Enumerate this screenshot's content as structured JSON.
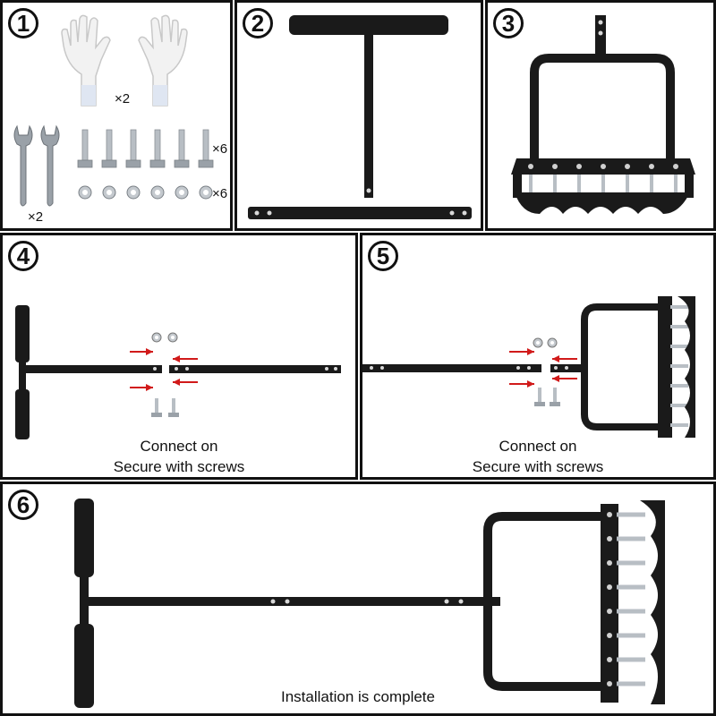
{
  "steps": [
    {
      "number": "1",
      "glove_qty": "×2",
      "wrench_qty": "×2",
      "bolt_qty": "×6",
      "nut_qty": "×6"
    },
    {
      "number": "2"
    },
    {
      "number": "3"
    },
    {
      "number": "4",
      "caption_line1": "Connect on",
      "caption_line2": "Secure with screws"
    },
    {
      "number": "5",
      "caption_line1": "Connect on",
      "caption_line2": "Secure with screws"
    },
    {
      "number": "6",
      "caption": "Installation is complete"
    }
  ],
  "colors": {
    "metal": "#1a1a1a",
    "arrow": "#d11a1a",
    "steel": "#b8bec4",
    "frame": "#111111"
  }
}
